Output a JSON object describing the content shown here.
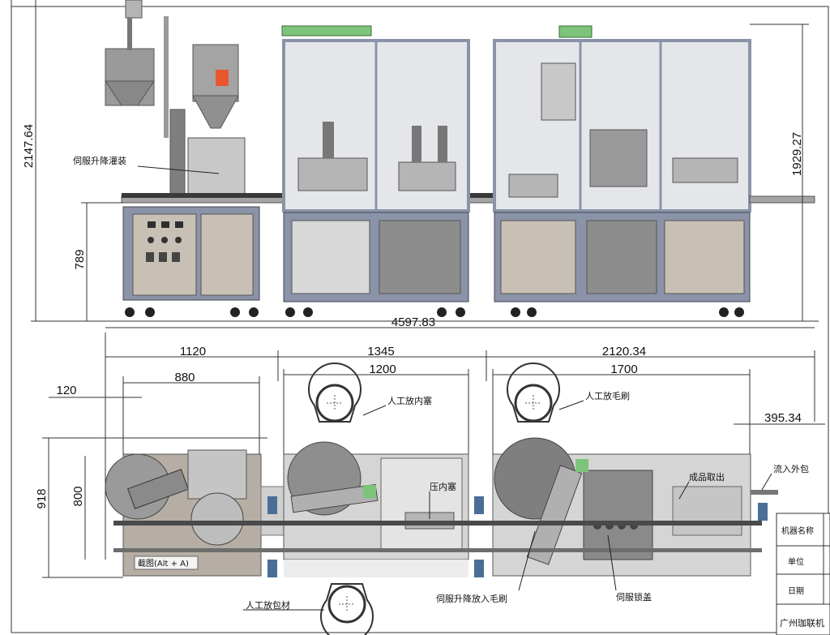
{
  "dimensions": {
    "total_height": "2147.64",
    "frame_height": "1929.27",
    "bench_height": "789",
    "total_length": "4597.83",
    "sec1": "1120",
    "sec1_inner": "880",
    "offset_120": "120",
    "sec2": "1345",
    "sec2_inner": "1200",
    "sec3": "2120.34",
    "sec3_inner": "1700",
    "outlet": "395.34",
    "plan_depth": "918",
    "plan_inner": "800"
  },
  "labels": {
    "servo_fill": "伺服升降灌装",
    "manual_plug": "人工放内塞",
    "press_plug": "压内塞",
    "manual_brush": "人工放毛刷",
    "product_out": "成品取出",
    "to_pack": "流入外包",
    "manual_pack": "人工放包材",
    "servo_brush": "伺服升降放入毛刷",
    "servo_cap": "伺服锁盖"
  },
  "screenshot_tooltip": "截图(Alt + A)",
  "title_block": {
    "machine_name": "机器名称",
    "unit": "单位",
    "date": "日期",
    "company": "广州珈联机"
  },
  "colors": {
    "frame": "#8a93a8",
    "panel": "#c8c0b4",
    "glass": "#e4e6ea",
    "plan_bg": "#b6aea4",
    "accent_green": "#7cc47a",
    "rail": "#4a4a4a"
  }
}
